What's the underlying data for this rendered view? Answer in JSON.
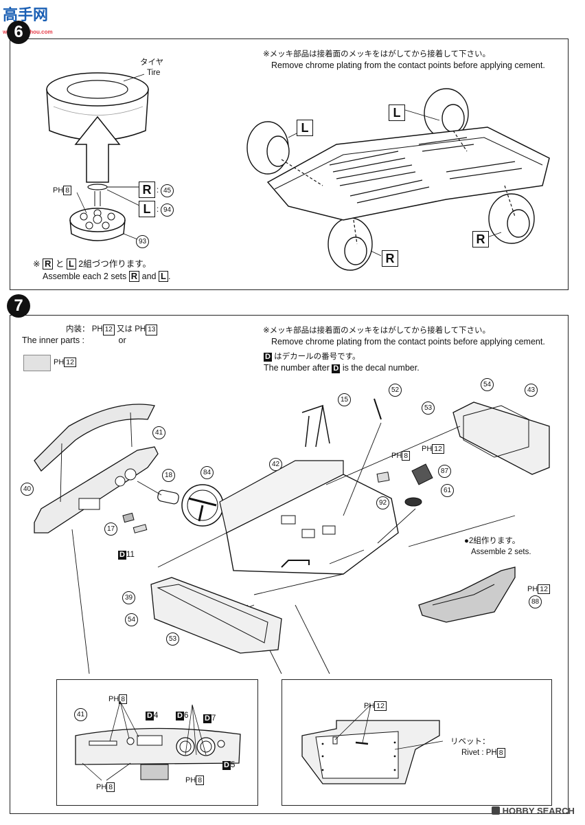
{
  "watermark_top": {
    "cn": "高手网",
    "url": "www.gaoshou.com"
  },
  "watermark_bottom": {
    "brand": "HOBBY SEARCH"
  },
  "step6": {
    "number": "6",
    "note_jp": "※メッキ部品は接着面のメッキをはがしてから接着して下さい。",
    "note_en": "Remove chrome plating from the contact points before applying cement.",
    "tire_jp": "タイヤ",
    "tire_en": "Tire",
    "ph_label": "PH",
    "ph_num": "8",
    "r": "R",
    "l": "L",
    "part_45": "45",
    "part_94": "94",
    "part_93": "93",
    "assemble_jp_prefix": "※",
    "assemble_jp_mid": "と",
    "assemble_jp_suffix": "2組づつ作ります。",
    "assemble_en_prefix": "Assemble each 2 sets",
    "assemble_en_and": "and",
    "assemble_en_end": "."
  },
  "step7": {
    "number": "7",
    "inner_jp": "内装：",
    "inner_jp_or": "又は",
    "inner_en": "The inner parts :",
    "inner_en_or": "or",
    "ph_label": "PH",
    "ph12": "12",
    "ph13": "13",
    "ph8": "8",
    "note_jp": "※メッキ部品は接着面のメッキをはがしてから接着して下さい。",
    "note_en": "Remove chrome plating from the contact points before applying cement.",
    "decal_jp": "はデカールの番号です。",
    "decal_en_prefix": "The number after",
    "decal_en_suffix": "is the decal number.",
    "d": "D",
    "two_sets_jp": "●2組作ります。",
    "two_sets_en": "Assemble 2 sets.",
    "rivet_jp": "リベット：",
    "rivet_en": "Rivet :",
    "parts": [
      "15",
      "52",
      "54",
      "43",
      "53",
      "41",
      "40",
      "18",
      "84",
      "42",
      "87",
      "61",
      "92",
      "17",
      "39",
      "54",
      "53",
      "88",
      "41"
    ],
    "d11": "11",
    "d4": "4",
    "d6": "6",
    "d7": "7",
    "d5": "5"
  }
}
